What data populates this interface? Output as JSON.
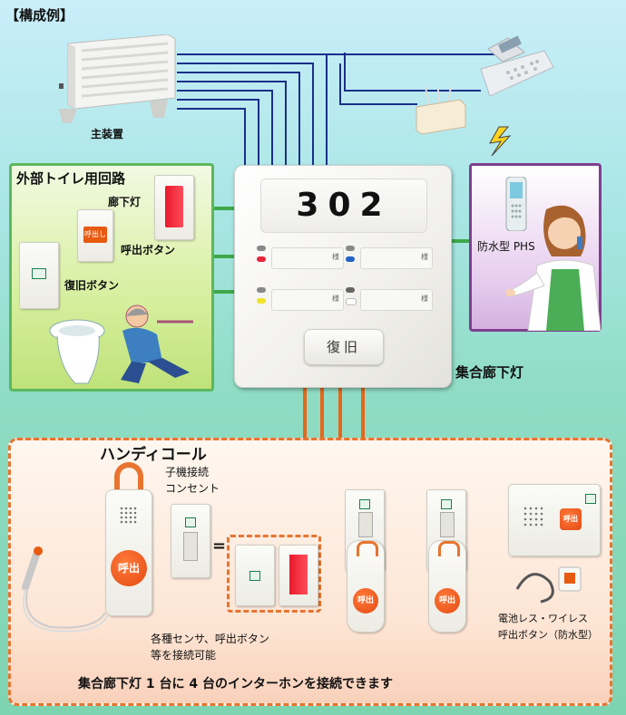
{
  "title": "【構成例】",
  "pbx": {
    "label": "主装置"
  },
  "toilet": {
    "title": "外部トイレ用回路",
    "corridor_light": "廊下灯",
    "call_button": "呼出ボタン",
    "call_button_face": "呼出し",
    "reset_button": "復旧ボタン"
  },
  "central": {
    "room_number": "302",
    "slot_suffix": "様",
    "reset_label": "復旧",
    "label": "集合廊下灯"
  },
  "phs": {
    "label": "防水型 PHS"
  },
  "handy": {
    "title": "ハンディコール",
    "outlet_label_1": "子機接続",
    "outlet_label_2": "コンセント",
    "call_face": "呼出",
    "sensor_note_1": "各種センサ、呼出ボタン",
    "sensor_note_2": "等を接続可能",
    "wireless_label_1": "電池レス・ワイレス",
    "wireless_label_2": "呼出ボタン（防水型）",
    "bottom_note": "集合廊下灯 1 台に 4 台のインターホンを接続できます"
  },
  "colors": {
    "wire_blue": "#1a2f8a",
    "wire_green": "#3ea84a",
    "wire_orange": "#e8661a",
    "toilet_border": "#5cb85c",
    "phs_border": "#7e3f8f",
    "call_orange": "#e54a12"
  }
}
